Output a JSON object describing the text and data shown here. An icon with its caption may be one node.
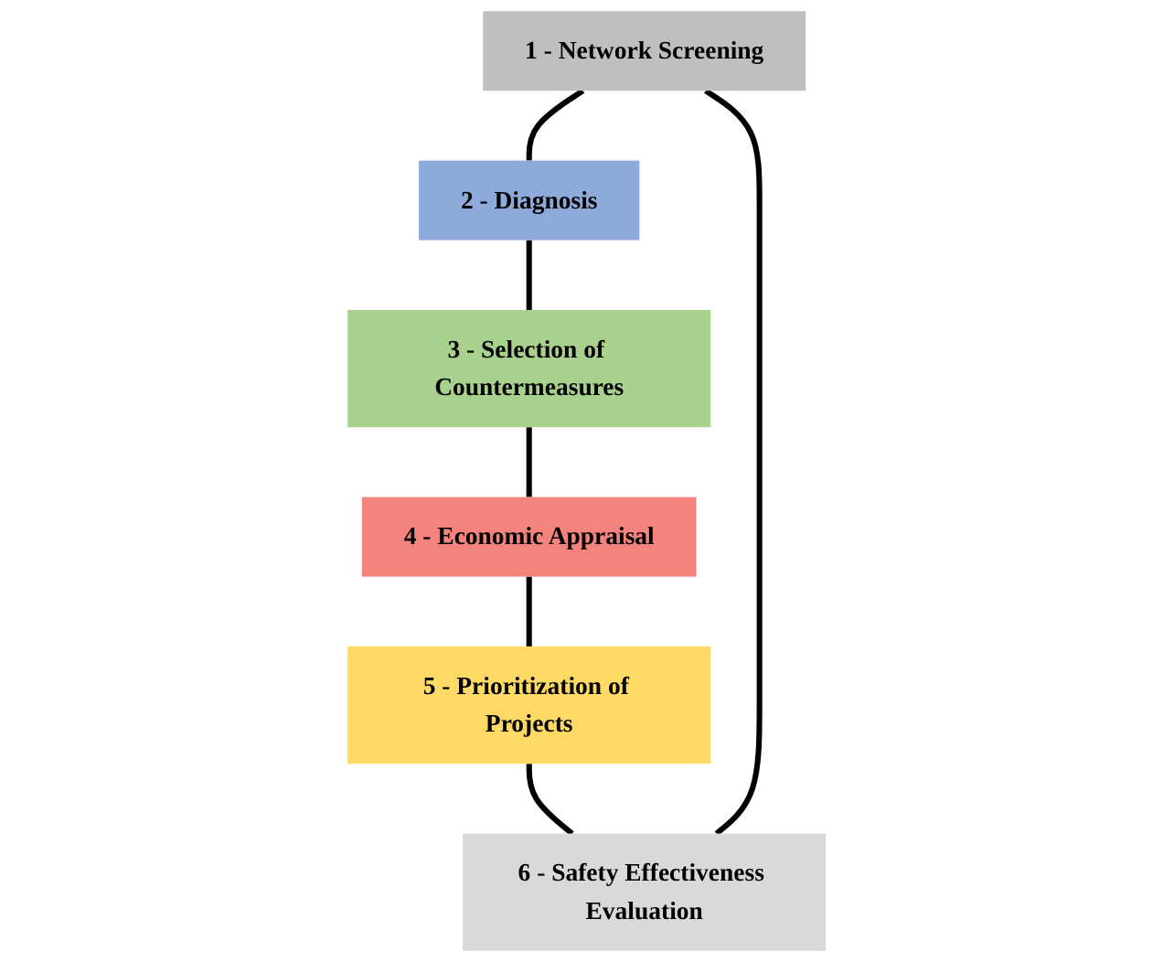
{
  "diagram": {
    "nodes": [
      {
        "text": [
          "1 - Network Screening"
        ]
      },
      {
        "text": [
          "2 - Diagnosis"
        ]
      },
      {
        "text": [
          "3 - Selection of Countermeasures"
        ]
      },
      {
        "text": [
          "4 - Economic Appraisal"
        ]
      },
      {
        "text": [
          "5 - Prioritization of Projects"
        ]
      },
      {
        "text": [
          "6 - Safety Effectiveness Evaluation"
        ]
      }
    ],
    "edges": [
      {
        "from": 0,
        "to": 1,
        "arrow": "none"
      },
      {
        "from": 1,
        "to": 2,
        "arrow": "none"
      },
      {
        "from": 2,
        "to": 3,
        "arrow": "none"
      },
      {
        "from": 3,
        "to": 4,
        "arrow": "none"
      },
      {
        "from": 4,
        "to": 5,
        "arrow": "none"
      },
      {
        "from": 5,
        "to": 0,
        "arrow": "none"
      }
    ]
  }
}
